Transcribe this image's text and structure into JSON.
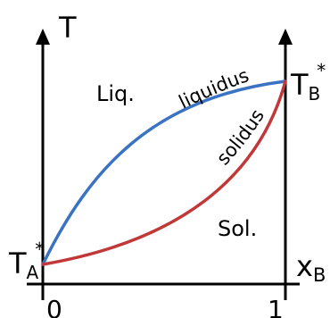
{
  "diagram": {
    "y_axis_label": "T",
    "x_axis_label": "x",
    "x_axis_subscript": "B",
    "tick_left": "0",
    "tick_right": "1",
    "left_temp": {
      "base": "T",
      "sub": "A",
      "sup": "*"
    },
    "right_temp": {
      "base": "T",
      "sub": "B",
      "sup": "*"
    },
    "region_liquid": "Liq.",
    "region_solid": "Sol.",
    "curve_upper_label": "liquidus",
    "curve_lower_label": "solidus"
  },
  "colors": {
    "axes": "#000000",
    "liquidus": "#3a72c4",
    "solidus": "#c03838"
  },
  "icons": {
    "axis_arrow": "arrowhead-up-icon"
  }
}
